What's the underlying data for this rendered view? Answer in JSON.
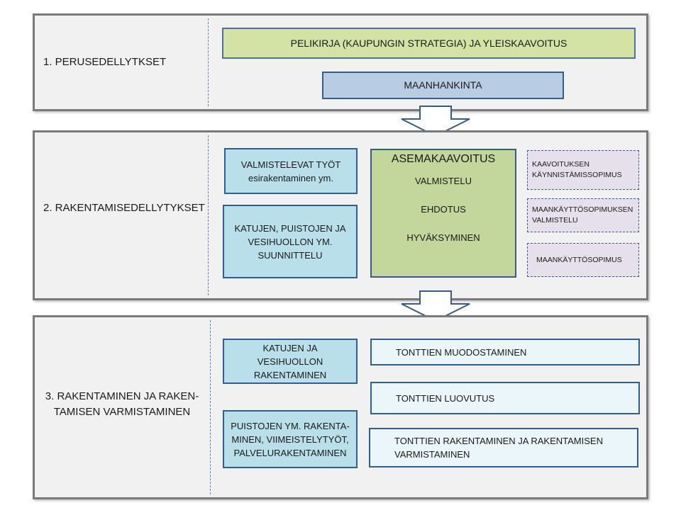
{
  "sections": [
    {
      "label": "1. PERUSEDELLYTKSET"
    },
    {
      "label": "2. RAKENTAMISEDELLYTYKSET"
    },
    {
      "label": "3. RAKENTAMINEN JA RAKEN-\nTAMISEN VARMISTAMINEN"
    }
  ],
  "s1": {
    "pelikirja": "PELIKIRJA (KAUPUNGIN STRATEGIA) JA YLEISKAAVOITUS",
    "maanhankinta": "MAANHANKINTA"
  },
  "s2": {
    "valmistelevat": "VALMISTELEVAT TYÖT\nesirakentaminen ym.",
    "katujen": "KATUJEN, PUISTOJEN JA\nVESIHUOLLON YM.\nSUUNNITTELU",
    "asema_title": "ASEMAKAAVOITUS",
    "asema_steps": [
      "VALMISTELU",
      "EHDOTUS",
      "HYVÄKSYMINEN"
    ],
    "agreements": [
      "KAAVOITUKSEN\nKÄYNNISTÄMISSOPIMUS",
      "MAANKÄYTTÖSOPIMUKSEN\nVALMISTELU",
      "MAANKÄYTTÖSOPIMUS"
    ]
  },
  "s3": {
    "katujen_rak": "KATUJEN JA\nVESIHUOLLON\nRAKENTAMINEN",
    "puistojen": "PUISTOJEN YM. RAKENTA-\nMINEN, VIIMEISTELYTYÖT,\nPALVELURAKENTAMINEN",
    "tonttien": [
      "TONTTIEN  MUODOSTAMINEN",
      "TONTTIEN  LUOVUTUS",
      "TONTTIEN RAKENTAMINEN JA RAKENTAMISEN\nVARMISTAMINEN"
    ]
  },
  "colors": {
    "green": "#d4e2a6",
    "blue": "#b8cce4",
    "teal": "#b9dfea",
    "lilac": "#e6e0ec",
    "panel": "#f1f1f1"
  }
}
